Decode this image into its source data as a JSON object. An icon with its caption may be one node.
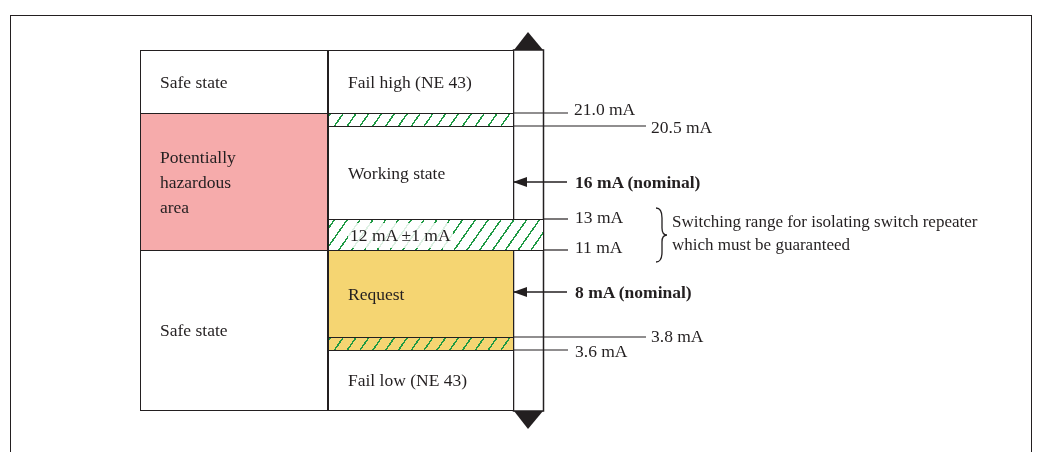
{
  "diagram": {
    "nodes": [
      {
        "text": [
          "Safe state"
        ]
      },
      {
        "text": [
          "Fail high (NE 43)"
        ]
      },
      {
        "text": [],
        "shape": "bar",
        "beside": [
          "21.0 mA",
          "20.5 mA"
        ]
      },
      {
        "text": [
          "Potentially hazardous area"
        ]
      },
      {
        "text": [
          "Working state"
        ]
      },
      {
        "text": [
          "12 mA ±1 mA"
        ],
        "beside": [
          "13 mA",
          "11 mA"
        ]
      },
      {
        "text": [
          "Safe state"
        ]
      },
      {
        "text": [
          "Request"
        ]
      },
      {
        "text": [],
        "shape": "bar",
        "beside": [
          "3.8 mA",
          "3.6 mA"
        ]
      },
      {
        "text": [
          "Fail low (NE 43)"
        ]
      },
      {
        "text": [
          "16 mA (nominal)"
        ]
      },
      {
        "text": [
          "8 mA (nominal)"
        ]
      }
    ],
    "edges": [
      {
        "from": 10,
        "to": 4,
        "arrow": "to"
      },
      {
        "from": 11,
        "to": 7,
        "arrow": "to"
      }
    ],
    "labels": [
      "Switching range for isolating switch repeater which must be guaranteed"
    ]
  }
}
